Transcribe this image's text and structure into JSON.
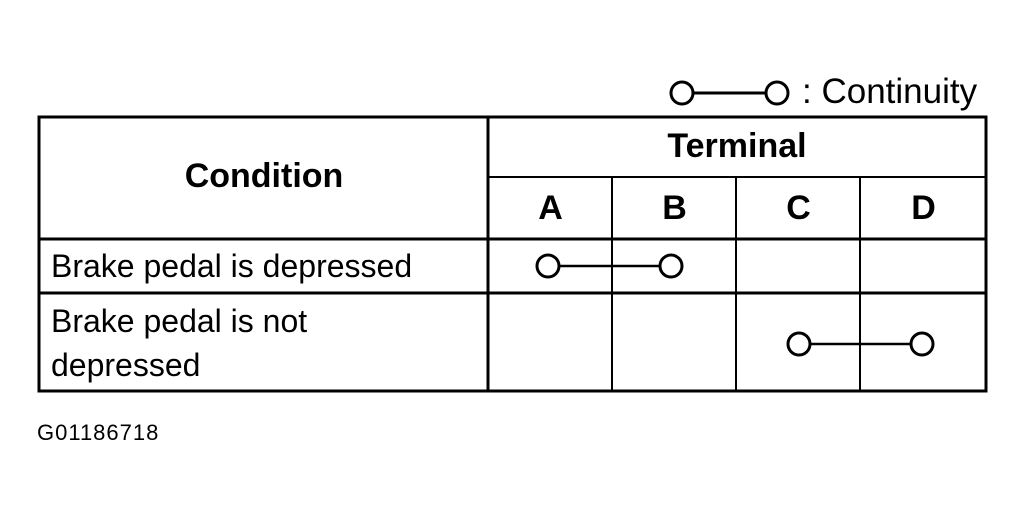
{
  "legend": {
    "label": ": Continuity",
    "symbol_icon": "continuity-symbol-icon"
  },
  "table": {
    "condition_header": "Condition",
    "terminal_header": "Terminal",
    "terminals": [
      "A",
      "B",
      "C",
      "D"
    ],
    "rows": [
      {
        "condition_line1": "Brake pedal is depressed",
        "condition_line2": "",
        "continuity": [
          "A",
          "B"
        ]
      },
      {
        "condition_line1": "Brake pedal is not",
        "condition_line2": "depressed",
        "continuity": [
          "C",
          "D"
        ]
      }
    ]
  },
  "figure_id": "G01186718"
}
